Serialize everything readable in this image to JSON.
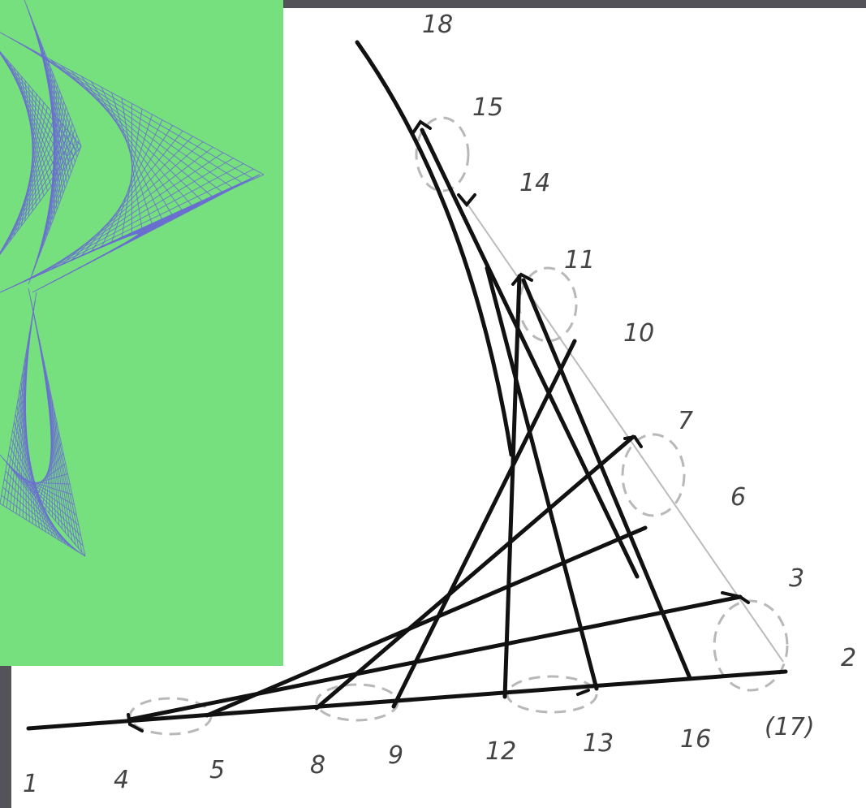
{
  "colors": {
    "background": "#55535a",
    "paper": "#ffffff",
    "green_panel": "#77e07e",
    "string_art_lines": "#6a6fd0",
    "ink": "#111111",
    "dashed_circle": "#b8b8b8",
    "label_text": "#444444"
  },
  "green_panel": {
    "icon": "string-art-pattern"
  },
  "diagram": {
    "point_labels": {
      "p1": "1",
      "p2": "2",
      "p3": "3",
      "p4": "4",
      "p5": "5",
      "p6": "6",
      "p7": "7",
      "p8": "8",
      "p9": "9",
      "p10": "10",
      "p11": "11",
      "p12": "12",
      "p13": "13",
      "p14": "14",
      "p15": "15",
      "p16": "16",
      "p17": "(17)",
      "p18": "18"
    }
  }
}
